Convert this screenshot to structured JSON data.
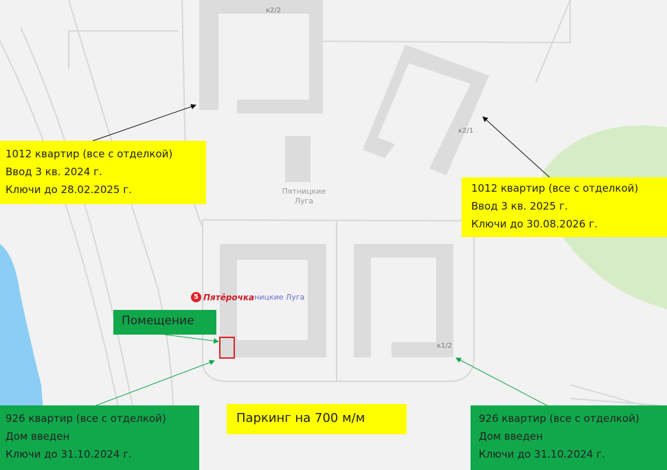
{
  "map": {
    "place_label": [
      "Пятницкие",
      "Луга"
    ],
    "street_label": "ницкие Луга",
    "store_label": "Пятёрочка",
    "building_labels": {
      "k22": "к2/2",
      "k21": "к2/1",
      "k12": "к1/2"
    }
  },
  "callouts": {
    "top_left": [
      "1012 квартир (все с отделкой)",
      "Ввод 3 кв. 2024 г.",
      "Ключи до 28.02.2025 г."
    ],
    "top_right": [
      "1012 квартир (все с отделкой)",
      "Ввод 3 кв. 2025 г.",
      "Ключи до 30.08.2026 г."
    ],
    "premises": "Помещение",
    "bottom_left": [
      "926 квартир (все с отделкой)",
      "Дом введен",
      "Ключи до 31.10.2024 г."
    ],
    "bottom_right": [
      "926 квартир (все с отделкой)",
      "Дом введен",
      "Ключи до 31.10.2024 г."
    ],
    "parking": "Паркинг на 700 м/м"
  },
  "colors": {
    "yellow": "#ffff00",
    "green": "#11a84c",
    "water": "#8ccdf5",
    "park": "#d6ecc6",
    "marker": "#e0202a"
  }
}
